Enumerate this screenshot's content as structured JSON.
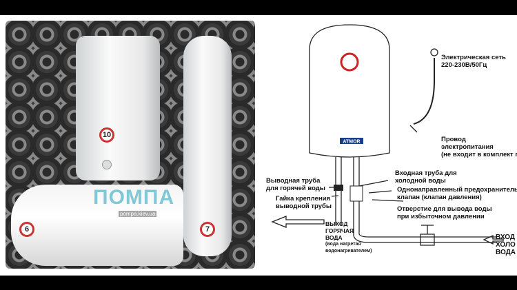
{
  "photo": {
    "watermark": "ПОМПА",
    "watermark_url": "pompa.kiev.ua",
    "tank_badges": [
      "10",
      "6",
      "7"
    ]
  },
  "diagram": {
    "brand": "ATMOR",
    "labels": {
      "power_network": [
        "Электрическая сеть",
        "220-230В/50Гц"
      ],
      "power_cord": [
        "Провод",
        "электропитания",
        "(не входит в комплект г"
      ],
      "hot_outlet_pipe": [
        "Выводная труба",
        "для горячей воды"
      ],
      "outlet_nut": [
        "Гайка крепления",
        "выводной трубы"
      ],
      "cold_inlet_pipe": [
        "Входная труба для",
        "холодной воды"
      ],
      "safety_valve": [
        "Однонаправленный предохранительн",
        "клапан (клапан давления)"
      ],
      "relief_hole": [
        "Отверстие для вывода воды",
        "при избыточном давлении"
      ],
      "hot_out": [
        "ВЫХОД",
        "ГОРЯЧАЯ",
        "ВОДА",
        "(вода нагретая",
        "водонагревателем)"
      ],
      "cold_in": [
        "ВХОД",
        "ХОЛО",
        "ВОДА"
      ]
    }
  }
}
